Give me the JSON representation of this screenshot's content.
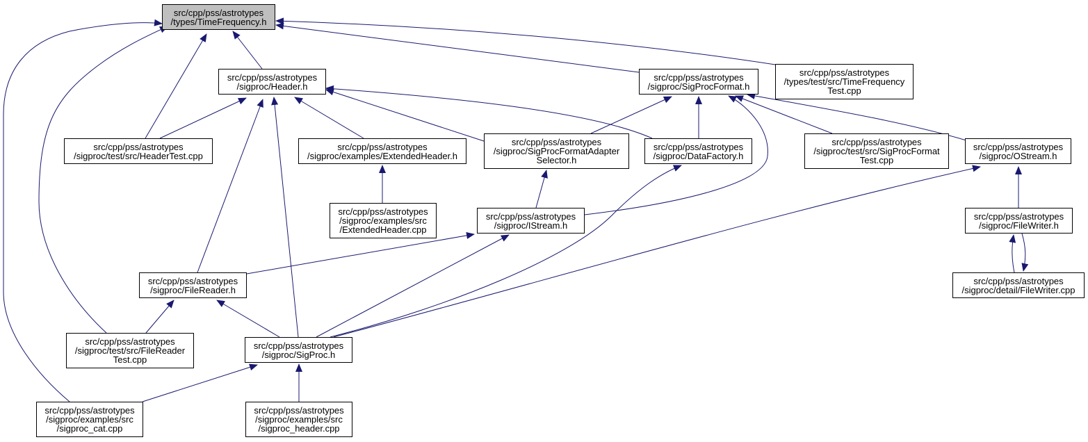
{
  "colors": {
    "edge": "#191970",
    "root_fill": "#bfbfbf",
    "node_fill": "#ffffff",
    "border": "#000000"
  },
  "nodes": {
    "timefreq": {
      "lines": [
        "src/cpp/pss/astrotypes",
        "/types/TimeFrequency.h"
      ]
    },
    "header": {
      "lines": [
        "src/cpp/pss/astrotypes",
        "/sigproc/Header.h"
      ]
    },
    "sigprocformat": {
      "lines": [
        "src/cpp/pss/astrotypes",
        "/sigproc/SigProcFormat.h"
      ]
    },
    "tftest": {
      "lines": [
        "src/cpp/pss/astrotypes",
        "/types/test/src/TimeFrequency",
        "Test.cpp"
      ]
    },
    "headertest": {
      "lines": [
        "src/cpp/pss/astrotypes",
        "/sigproc/test/src/HeaderTest.cpp"
      ]
    },
    "extheader": {
      "lines": [
        "src/cpp/pss/astrotypes",
        "/sigproc/examples/ExtendedHeader.h"
      ]
    },
    "adapter": {
      "lines": [
        "src/cpp/pss/astrotypes",
        "/sigproc/SigProcFormatAdapter",
        "Selector.h"
      ]
    },
    "datafactory": {
      "lines": [
        "src/cpp/pss/astrotypes",
        "/sigproc/DataFactory.h"
      ]
    },
    "spftest": {
      "lines": [
        "src/cpp/pss/astrotypes",
        "/sigproc/test/src/SigProcFormat",
        "Test.cpp"
      ]
    },
    "ostream": {
      "lines": [
        "src/cpp/pss/astrotypes",
        "/sigproc/OStream.h"
      ]
    },
    "extheadercpp": {
      "lines": [
        "src/cpp/pss/astrotypes",
        "/sigproc/examples/src",
        "/ExtendedHeader.cpp"
      ]
    },
    "istream": {
      "lines": [
        "src/cpp/pss/astrotypes",
        "/sigproc/IStream.h"
      ]
    },
    "filewriter": {
      "lines": [
        "src/cpp/pss/astrotypes",
        "/sigproc/FileWriter.h"
      ]
    },
    "filereader": {
      "lines": [
        "src/cpp/pss/astrotypes",
        "/sigproc/FileReader.h"
      ]
    },
    "filewritercpp": {
      "lines": [
        "src/cpp/pss/astrotypes",
        "/sigproc/detail/FileWriter.cpp"
      ]
    },
    "frtest": {
      "lines": [
        "src/cpp/pss/astrotypes",
        "/sigproc/test/src/FileReader",
        "Test.cpp"
      ]
    },
    "sigproc": {
      "lines": [
        "src/cpp/pss/astrotypes",
        "/sigproc/SigProc.h"
      ]
    },
    "cat": {
      "lines": [
        "src/cpp/pss/astrotypes",
        "/sigproc/examples/src",
        "/sigproc_cat.cpp"
      ]
    },
    "headercpp": {
      "lines": [
        "src/cpp/pss/astrotypes",
        "/sigproc/examples/src",
        "/sigproc_header.cpp"
      ]
    }
  }
}
